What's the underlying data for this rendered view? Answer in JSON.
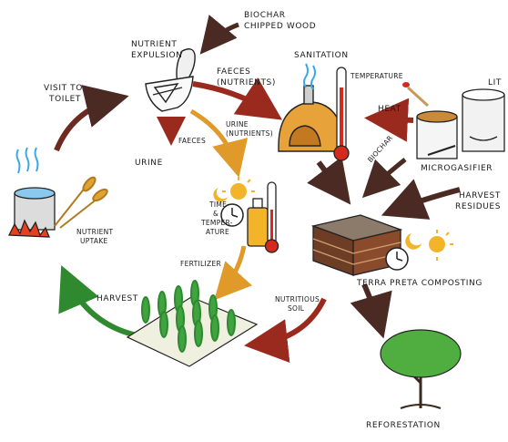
{
  "labels": {
    "biochar_wood_1": "BIOCHAR",
    "biochar_wood_2": "CHIPPED WOOD",
    "nutrient_expulsion_1": "NUTRIENT",
    "nutrient_expulsion_2": "EXPULSION",
    "sanitation": "SANITATION",
    "temperature": "TEMPERATURE",
    "lit": "LIT",
    "faeces_nutrients_1": "FAECES",
    "faeces_nutrients_2": "(NUTRIENTS)",
    "heat": "HEAT",
    "visit_toilet_1": "VISIT TO",
    "visit_toilet_2": "TOILET",
    "faeces": "FAECES",
    "urine": "URINE",
    "urine_nutrients_1": "URINE",
    "urine_nutrients_2": "(NUTRIENTS)",
    "biochar": "BIOCHAR",
    "microgasifier": "MICROGASIFIER",
    "harvest_residues_1": "HARVEST",
    "harvest_residues_2": "RESIDUES",
    "time_temp_1": "TIME",
    "time_temp_2": "&",
    "time_temp_3": "TEMPER-",
    "time_temp_4": "ATURE",
    "nutrient_uptake_1": "NUTRIENT",
    "nutrient_uptake_2": "UPTAKE",
    "fertilizer": "FERTILIZER",
    "terra_preta": "TERRA PRETA COMPOSTING",
    "harvest": "HARVEST",
    "nutritious_soil_1": "NUTRITIOUS",
    "nutritious_soil_2": "SOIL",
    "reforestation": "REFORESTATION"
  },
  "colors": {
    "dark_arrow": "#4a2a22",
    "red_arrow": "#9a2a1e",
    "orange_arrow": "#e09a2a",
    "green_arrow": "#2f8a2f",
    "sun": "#f2b52a",
    "fire": "#e8401e",
    "steam": "#3aa8e8"
  },
  "icons": [
    "toilet-icon",
    "oven-icon",
    "thermometer-icon",
    "microgasifier-icon",
    "pot-icon",
    "wheat-icon",
    "clock-icon",
    "sun-icon",
    "moon-icon",
    "bottle-icon",
    "compost-box-icon",
    "plants-icon",
    "tree-icon",
    "match-icon"
  ]
}
